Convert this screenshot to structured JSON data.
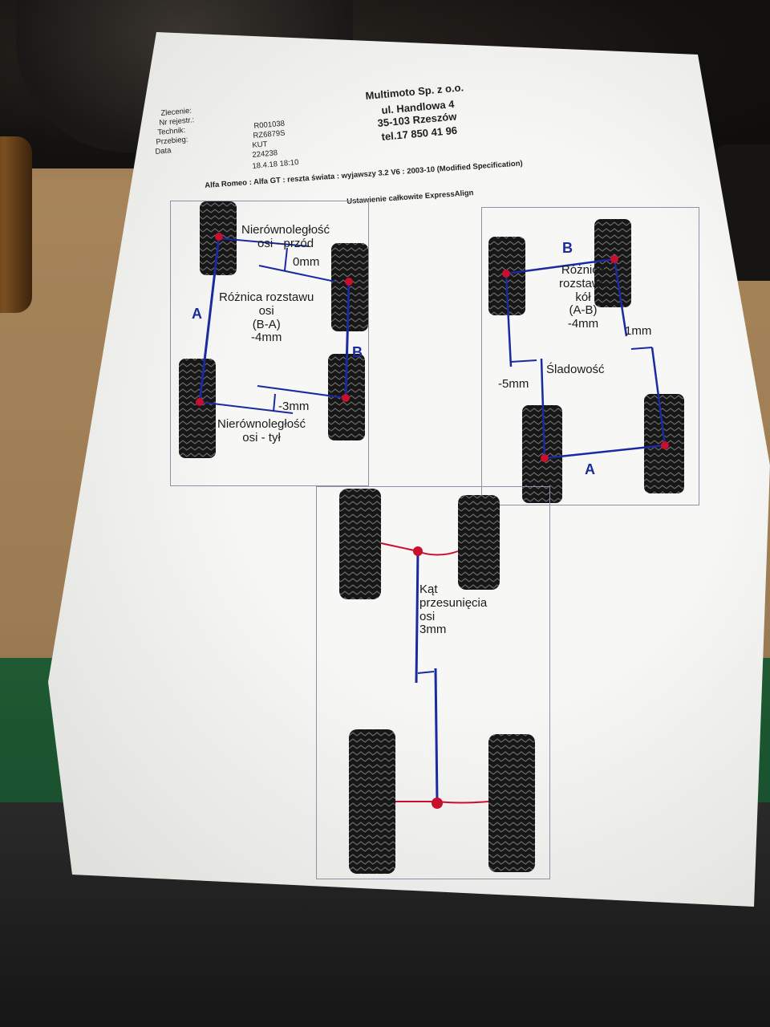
{
  "header": {
    "company": "Multimoto Sp. z o.o.",
    "street": "ul. Handlowa 4",
    "city": "35-103 Rzeszów",
    "phone": "tel.17 850 41 96"
  },
  "meta": {
    "labels": [
      "Zlecenie:",
      "Nr rejestr.:",
      "Technik:",
      "Przebieg:",
      "Data"
    ],
    "values": [
      "R001038",
      "RZ6879S",
      "KUT",
      "224238",
      "18.4.18 18:10"
    ]
  },
  "caption": {
    "line1": "Alfa Romeo : Alfa GT : reszta świata : wyjawszy 3.2 V6 : 2003-10 (Modified Specification)",
    "line2": "Ustawienie całkowite ExpressAlign"
  },
  "panel_left": {
    "front_title_1": "Nierównoległość",
    "front_title_2": "osi - przód",
    "front_value": "0mm",
    "diff_1": "Różnica rozstawu",
    "diff_2": "osi",
    "diff_3": "(B-A)",
    "diff_value": "-4mm",
    "label_a": "A",
    "label_b": "B",
    "rear_value": "-3mm",
    "rear_title_1": "Nierównoległość",
    "rear_title_2": "osi - tył"
  },
  "panel_right": {
    "label_b": "B",
    "diff_1": "Różnica",
    "diff_2": "rozstawu",
    "diff_3": "kół",
    "diff_4": "(A-B)",
    "diff_value": "-4mm",
    "right_value": "1mm",
    "left_value": "-5mm",
    "track_title": "Śladowość",
    "label_a": "A"
  },
  "panel_bottom": {
    "title_1": "Kąt",
    "title_2": "przesunięcia",
    "title_3": "osi",
    "value": "3mm"
  },
  "colors": {
    "blue_line": "#1a2aa0",
    "red_line": "#c8102e",
    "tyre": "#1a1a1a"
  }
}
